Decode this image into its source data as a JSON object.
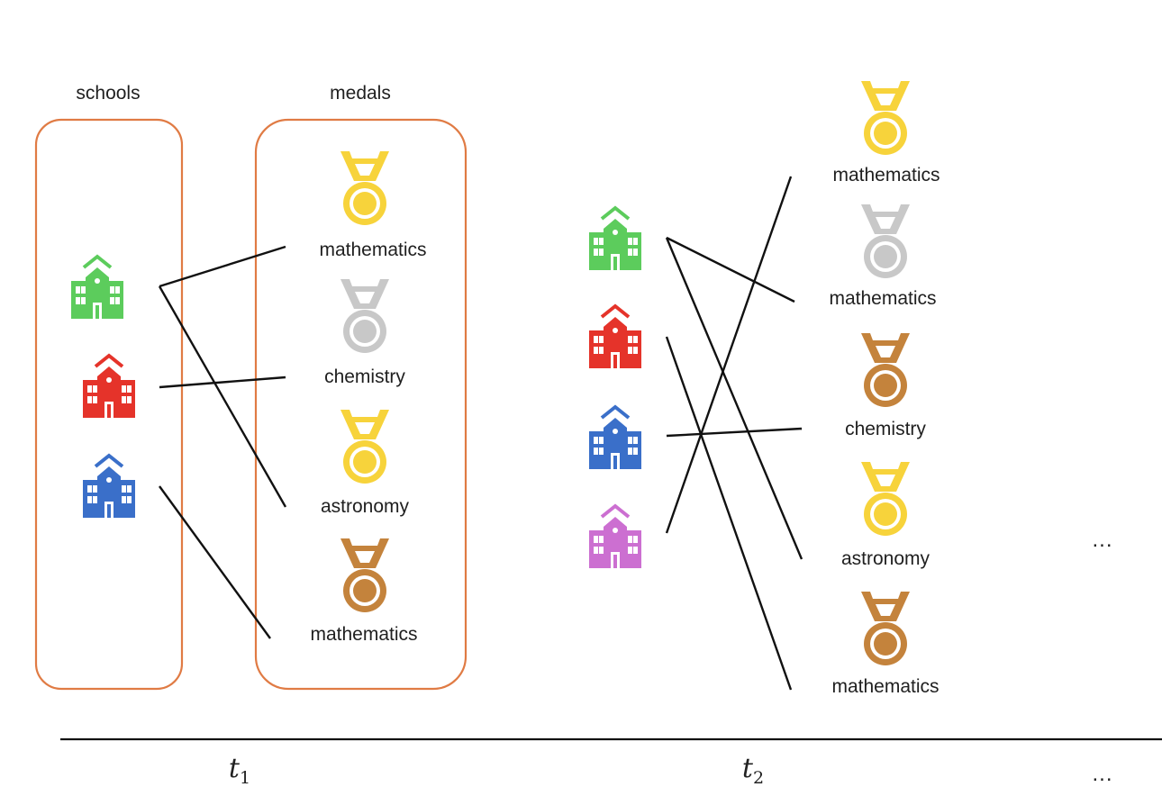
{
  "groups": {
    "schools_title": "schools",
    "medals_title": "medals"
  },
  "colors": {
    "box": "#e07b44",
    "line": "#111111",
    "school_green": "#5ccc5c",
    "school_red": "#e5332a",
    "school_blue": "#3a6fc9",
    "school_purple": "#cc6fd1",
    "gold": "#f7d33b",
    "silver": "#c8c8c8",
    "bronze": "#c4833c"
  },
  "t1": {
    "schools": [
      {
        "id": "s1",
        "color": "school_green",
        "icon": "school-building-icon"
      },
      {
        "id": "s2",
        "color": "school_red",
        "icon": "school-building-icon"
      },
      {
        "id": "s3",
        "color": "school_blue",
        "icon": "school-building-icon"
      }
    ],
    "medals": [
      {
        "id": "m1",
        "type": "gold",
        "label": "mathematics",
        "icon": "medal-icon"
      },
      {
        "id": "m2",
        "type": "silver",
        "label": "chemistry",
        "icon": "medal-icon"
      },
      {
        "id": "m3",
        "type": "gold",
        "label": "astronomy",
        "icon": "medal-icon"
      },
      {
        "id": "m4",
        "type": "bronze",
        "label": "mathematics",
        "icon": "medal-icon"
      }
    ],
    "edges": [
      [
        "s1",
        "m1"
      ],
      [
        "s1",
        "m3"
      ],
      [
        "s2",
        "m2"
      ],
      [
        "s3",
        "m4"
      ]
    ]
  },
  "t2": {
    "schools": [
      {
        "id": "s1",
        "color": "school_green",
        "icon": "school-building-icon"
      },
      {
        "id": "s2",
        "color": "school_red",
        "icon": "school-building-icon"
      },
      {
        "id": "s3",
        "color": "school_blue",
        "icon": "school-building-icon"
      },
      {
        "id": "s4",
        "color": "school_purple",
        "icon": "school-building-icon"
      }
    ],
    "medals": [
      {
        "id": "m1",
        "type": "gold",
        "label": "mathematics",
        "icon": "medal-icon"
      },
      {
        "id": "m2",
        "type": "silver",
        "label": "mathematics",
        "icon": "medal-icon"
      },
      {
        "id": "m3",
        "type": "bronze",
        "label": "chemistry",
        "icon": "medal-icon"
      },
      {
        "id": "m4",
        "type": "gold",
        "label": "astronomy",
        "icon": "medal-icon"
      },
      {
        "id": "m5",
        "type": "bronze",
        "label": "mathematics",
        "icon": "medal-icon"
      }
    ],
    "edges": [
      [
        "s1",
        "m2"
      ],
      [
        "s1",
        "m4"
      ],
      [
        "s2",
        "m5"
      ],
      [
        "s3",
        "m3"
      ],
      [
        "s4",
        "m1"
      ]
    ]
  },
  "ellipsis_right": "...",
  "timeline": {
    "t1_base": "t",
    "t1_sub": "1",
    "t2_base": "t",
    "t2_sub": "2",
    "ellipsis": "..."
  }
}
